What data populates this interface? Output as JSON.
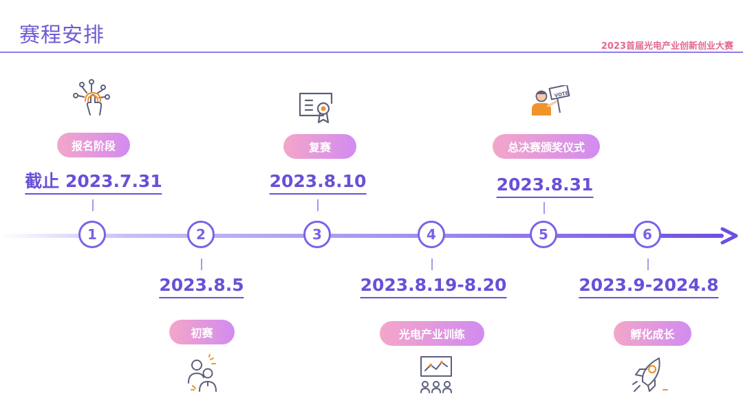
{
  "header": {
    "title": "赛程安排",
    "event_name": "2023首届光电产业创新创业大赛"
  },
  "timeline": {
    "stages": [
      {
        "number": "1",
        "date": "截止 2023.7.31",
        "label": "报名阶段",
        "icon": "touch-network-icon"
      },
      {
        "number": "2",
        "date": "2023.8.5",
        "label": "初赛",
        "icon": "people-idea-icon"
      },
      {
        "number": "3",
        "date": "2023.8.10",
        "label": "复赛",
        "icon": "certificate-icon"
      },
      {
        "number": "4",
        "date": "2023.8.19-8.20",
        "label": "光电产业训练",
        "icon": "presentation-training-icon"
      },
      {
        "number": "5",
        "date": "2023.8.31",
        "label": "总决赛颁奖仪式",
        "icon": "vote-sign-icon"
      },
      {
        "number": "6",
        "date": "2023.9-2024.8",
        "label": "孵化成长",
        "icon": "rocket-icon"
      }
    ]
  },
  "colors": {
    "accent": "#7b61e6",
    "pill_start": "#f3a6c9",
    "pill_end": "#d28bf0",
    "event_name": "#e2688f"
  }
}
